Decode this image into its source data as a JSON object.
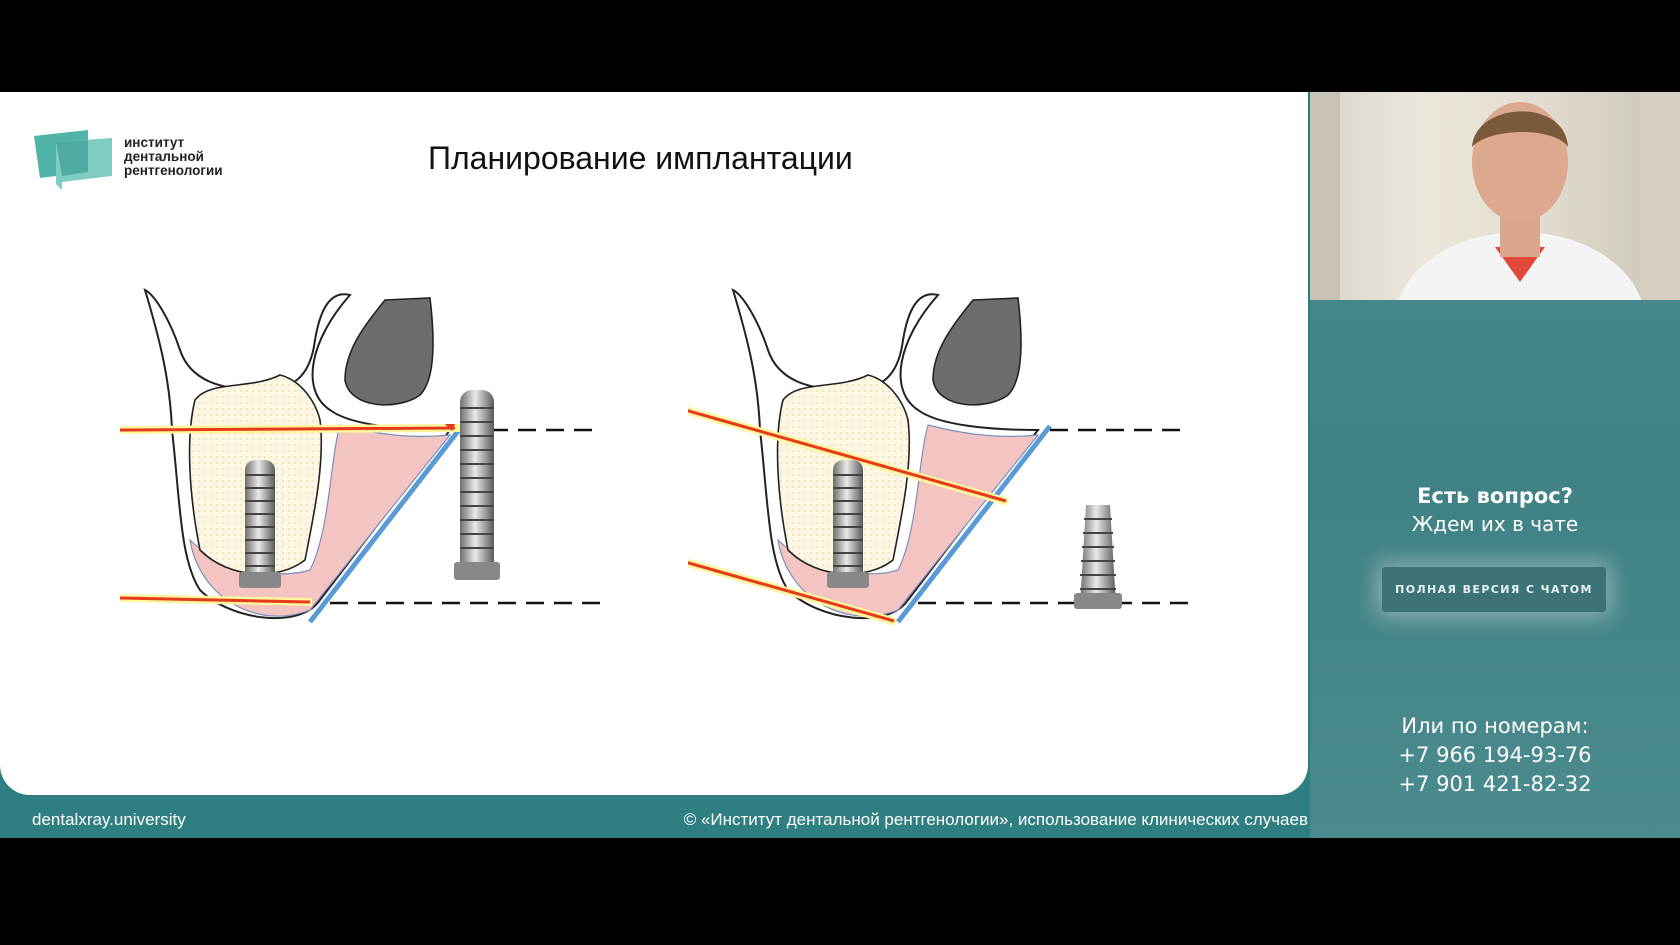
{
  "slide": {
    "title": "Планирование имплантации",
    "logo": {
      "line1": "институт",
      "line2": "дентальной",
      "line3": "рентгенологии",
      "icon": "logo-flags-icon",
      "color": "#4fb3a7"
    }
  },
  "footer": {
    "url": "dentalxray.university",
    "copyright": "© «Институт дентальной рентгенологии», использование клинических случаев"
  },
  "sidepanel": {
    "question_title": "Есть вопрос?",
    "question_subtitle": "Ждем их в чате",
    "chat_button": "ПОЛНАЯ ВЕРСИЯ С ЧАТОМ",
    "phones_label": "Или по номерам:",
    "phones": [
      "+7 966 194-93-76",
      "+7 901 421-82-32"
    ]
  },
  "colors": {
    "accent": "#2f7f82",
    "arrow": "#e53a1e",
    "bone_line": "#5b9bd5",
    "soft_tissue": "#f4c4c2"
  }
}
